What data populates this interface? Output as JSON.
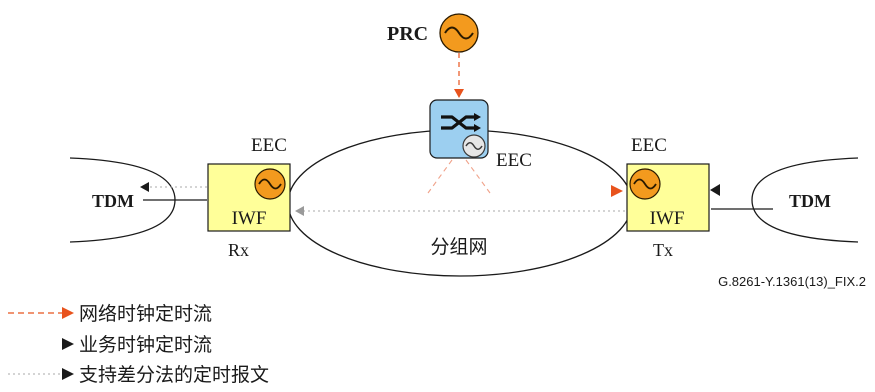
{
  "prc": {
    "label": "PRC"
  },
  "switch_node": {
    "eec_label": "EEC"
  },
  "left_node": {
    "eec_label": "EEC",
    "box_label": "IWF",
    "role_label": "Rx"
  },
  "right_node": {
    "eec_label": "EEC",
    "box_label": "IWF",
    "role_label": "Tx"
  },
  "tdm_left": {
    "label": "TDM"
  },
  "tdm_right": {
    "label": "TDM"
  },
  "packet_network": {
    "label": "分组网"
  },
  "figure_id": "G.8261-Y.1361(13)_FIX.2",
  "legend": [
    {
      "label": "网络时钟定时流",
      "style": "dashed",
      "color": "#e8531d"
    },
    {
      "label": "业务时钟定时流",
      "style": "solid",
      "color": "#1a1a1a"
    },
    {
      "label": "支持差分法的定时报文",
      "style": "dotted",
      "color": "#a8a8a8"
    }
  ],
  "colors": {
    "clock_orange": "#f39a1e",
    "iwf_fill": "#ffff99",
    "switch_fill": "#9ccff0",
    "network_arrow": "#e8531d"
  }
}
